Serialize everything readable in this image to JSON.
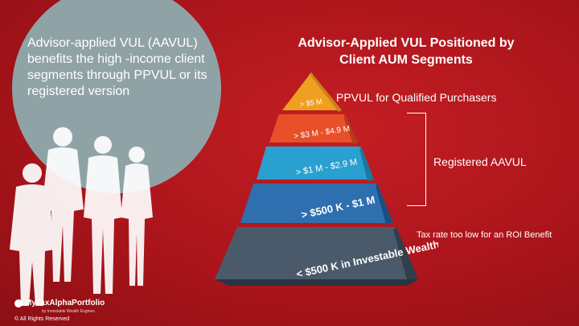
{
  "left_text": "Advisor-applied VUL (AAVUL) benefits the high -income client segments through PPVUL or its registered version",
  "heading": "Advisor-Applied VUL Positioned by Client AUM Segments",
  "tiers": [
    {
      "label": "> $5 M",
      "color": "#f0a020"
    },
    {
      "label": "> $3 M - $4.9 M",
      "color": "#e8502a"
    },
    {
      "label": "> $1 M - $2.9 M",
      "color": "#2aa0d0"
    },
    {
      "label": "> $500 K - $1 M",
      "color": "#2e6fb0"
    },
    {
      "label": "< $500 K in Investable Wealth",
      "color": "#4a5a6a"
    }
  ],
  "labels": {
    "ppvul": "PPVUL for Qualified Purchasers",
    "aavul": "Registered AAVUL",
    "tax": "Tax rate too low for an ROI Benefit"
  },
  "logo": {
    "name": "MyTaxAlphaPortfolio",
    "tagline": "by Investable Wealth Engines"
  },
  "copyright": "© All Rights Reserved"
}
